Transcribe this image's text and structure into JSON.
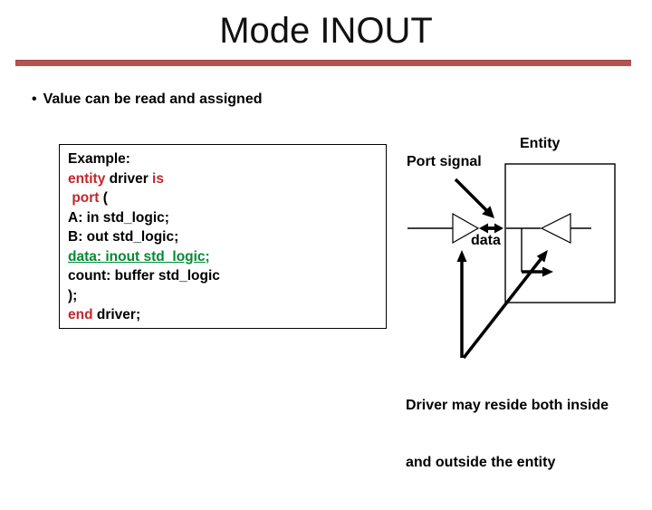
{
  "slide": {
    "title": "Mode INOUT",
    "bullet": {
      "marker": "•",
      "text": "Value can be read and assigned"
    }
  },
  "code_box": {
    "lines": [
      {
        "segments": [
          {
            "t": "Example:"
          }
        ]
      },
      {
        "segments": [
          {
            "t": "entity"
          },
          {
            "t": " driver "
          },
          {
            "t": "is"
          }
        ]
      },
      {
        "segments": [
          {
            "t": " "
          },
          {
            "t": "port"
          },
          {
            "t": " ("
          }
        ]
      },
      {
        "segments": [
          {
            "t": "A: in std_logic;"
          }
        ]
      },
      {
        "segments": [
          {
            "t": "B: out std_logic;"
          }
        ]
      },
      {
        "segments": [
          {
            "t": "data: inout std_logic;"
          }
        ]
      },
      {
        "segments": [
          {
            "t": "count: buffer std_logic"
          }
        ]
      },
      {
        "segments": [
          {
            "t": ");"
          }
        ]
      },
      {
        "segments": [
          {
            "t": "end"
          },
          {
            "t": " driver;"
          }
        ]
      }
    ]
  },
  "diagram": {
    "entity_label": "Entity",
    "port_signal_label": "Port signal",
    "data_label": "data",
    "caption_line1": "Driver may reside both inside",
    "caption_line2": "and outside the entity"
  },
  "colors": {
    "title_rule": "#b5534f",
    "keyword_red": "#c0272d",
    "inout_green": "#008a35",
    "ink": "#000000",
    "background": "#ffffff"
  }
}
